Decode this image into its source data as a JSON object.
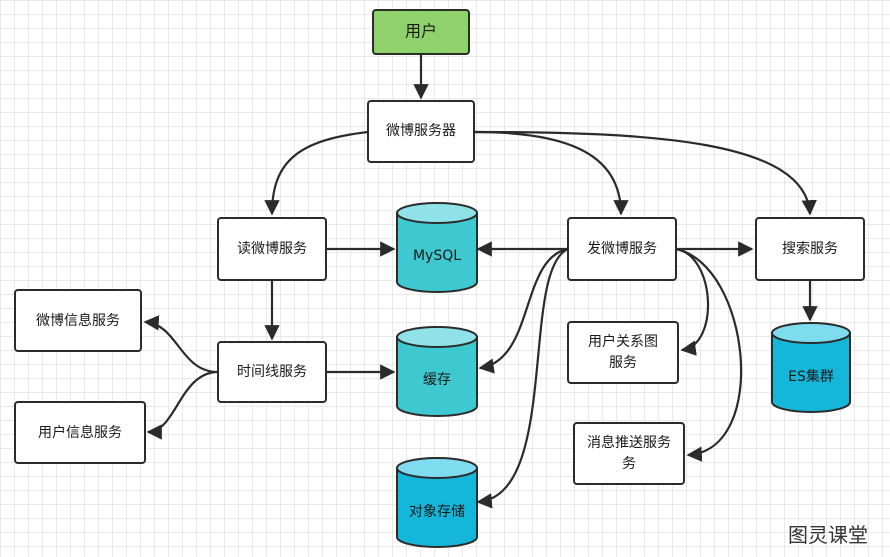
{
  "colors": {
    "user_node": "#8fd16b",
    "db_teal": "#3ec8cf",
    "db_top_teal": "#8fe3e8",
    "db_cyan": "#14b6d9",
    "db_top_cyan": "#7fdcef",
    "stroke": "#2b2b2b",
    "grid": "#e9e9e9"
  },
  "nodes": {
    "user": "用户",
    "weibo_server": "微博服务器",
    "read_service": "读微博服务",
    "post_service": "发微博服务",
    "search_service": "搜索服务",
    "timeline_service": "时间线服务",
    "weibo_info_service": "微博信息服务",
    "user_info_service": "用户信息服务",
    "relation_graph_line1": "用户关系图",
    "relation_graph_line2": "服务",
    "push_service_line1": "消息推送服务",
    "push_service_line2": "务"
  },
  "stores": {
    "mysql": "MySQL",
    "cache": "缓存",
    "object_storage": "对象存储",
    "es_cluster": "ES集群"
  },
  "watermark": "图灵课堂"
}
